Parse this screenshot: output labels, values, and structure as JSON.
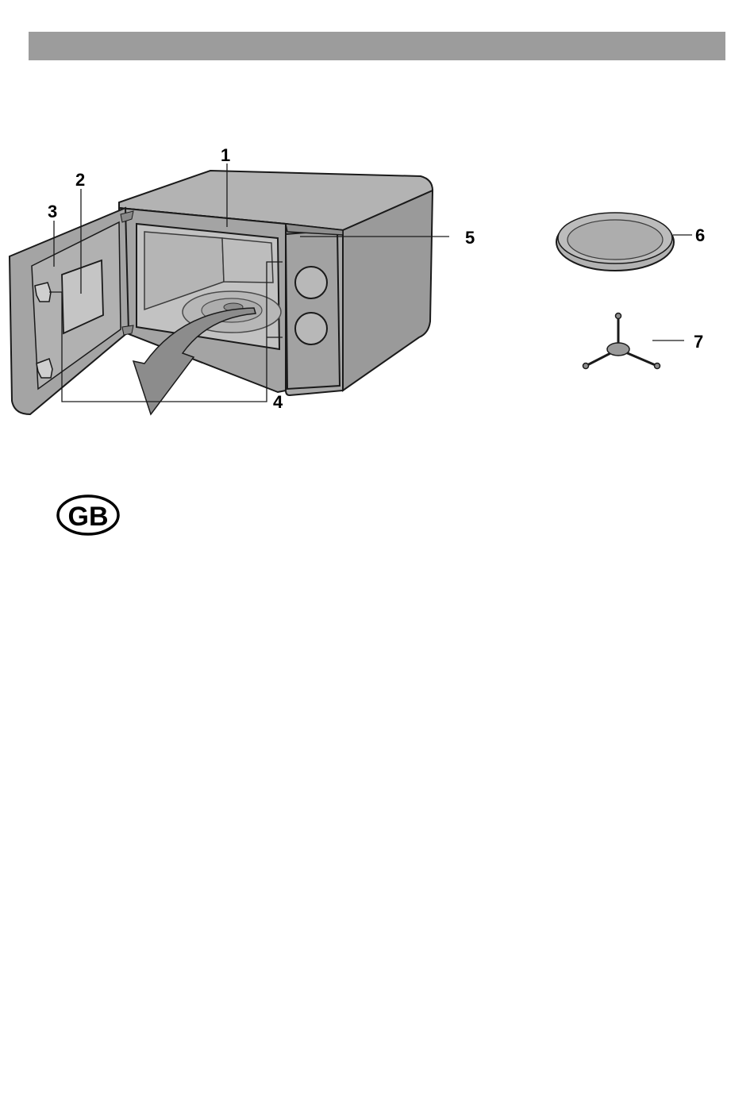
{
  "callouts": [
    {
      "id": "1",
      "label": "1"
    },
    {
      "id": "2",
      "label": "2"
    },
    {
      "id": "3",
      "label": "3"
    },
    {
      "id": "4",
      "label": "4"
    },
    {
      "id": "5",
      "label": "5"
    },
    {
      "id": "6",
      "label": "6"
    },
    {
      "id": "7",
      "label": "7"
    }
  ],
  "badge": {
    "label": "GB"
  },
  "colors": {
    "header_bar": "#9c9c9c",
    "appliance_body": "#a9a9a9",
    "appliance_dark": "#8e8e8e",
    "outline": "#1a1a1a"
  }
}
